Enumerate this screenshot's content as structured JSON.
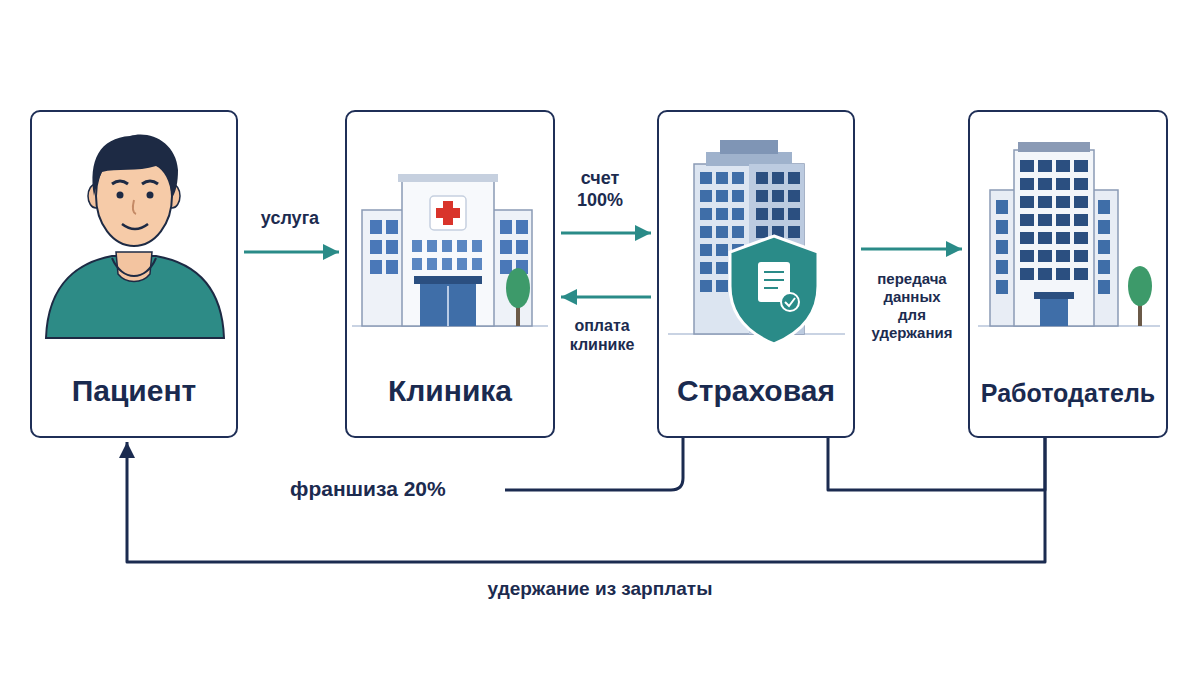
{
  "diagram": {
    "nodes": [
      {
        "text": [
          "Пациент"
        ]
      },
      {
        "text": [
          "Клиника"
        ]
      },
      {
        "text": [
          "Страховая"
        ]
      },
      {
        "text": [
          "Работодатель"
        ]
      }
    ],
    "edges": [
      {
        "from": 0,
        "to": 1,
        "label": "услуга",
        "arrow": "to"
      },
      {
        "from": 1,
        "to": 2,
        "label": "счет 100%",
        "arrow": "to"
      },
      {
        "from": 2,
        "to": 1,
        "label": "оплата клинике",
        "arrow": "to"
      },
      {
        "from": 2,
        "to": 3,
        "label": "передача данных для удержания",
        "arrow": "to"
      },
      {
        "from": 2,
        "to": 3,
        "arrow": "none"
      },
      {
        "from": 3,
        "to": 0,
        "label": "удержание из зарплаты",
        "arrow": "to"
      }
    ],
    "labels": [
      "франшиза 20%"
    ]
  }
}
